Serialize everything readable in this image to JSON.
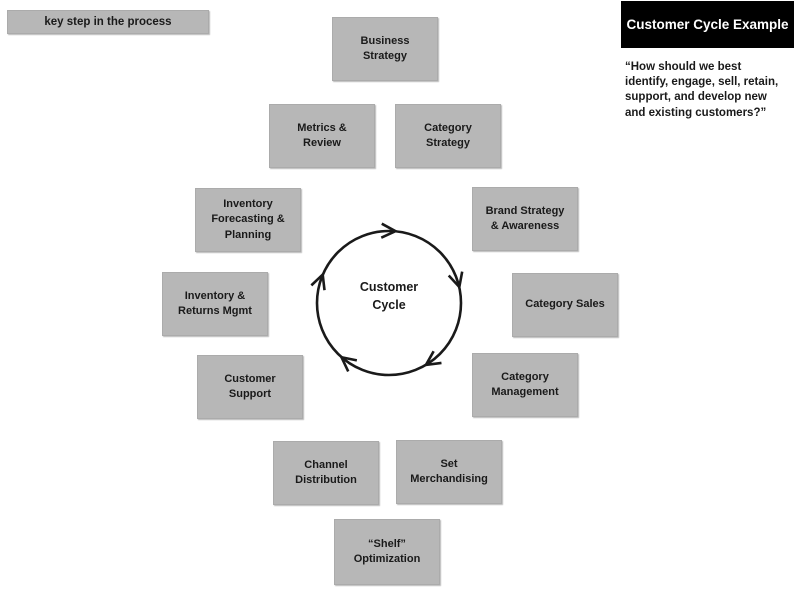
{
  "colors": {
    "bg": "#ffffff",
    "box_fill": "#b7b7b7",
    "banner_bg": "#000000",
    "banner_text": "#ffffff",
    "text": "#1a1a1a",
    "line": "#1a1a1a"
  },
  "legend": {
    "label": "key step in the process"
  },
  "header": {
    "title": "Customer Cycle Example",
    "quote": "“How should we best\nidentify, engage, sell, retain,\nsupport, and develop new\nand existing customers?”"
  },
  "center": {
    "label": "Customer\nCycle",
    "direction": "clockwise"
  },
  "steps": [
    {
      "id": "business-strategy",
      "label": "Business\nStrategy"
    },
    {
      "id": "metrics-review",
      "label": "Metrics &\nReview"
    },
    {
      "id": "category-strategy",
      "label": "Category\nStrategy"
    },
    {
      "id": "inventory-forecasting-planning",
      "label": "Inventory\nForecasting &\nPlanning"
    },
    {
      "id": "brand-strategy-awareness",
      "label": "Brand Strategy\n& Awareness"
    },
    {
      "id": "inventory-returns-mgmt",
      "label": "Inventory &\nReturns Mgmt"
    },
    {
      "id": "category-sales",
      "label": "Category Sales"
    },
    {
      "id": "customer-support",
      "label": "Customer\nSupport"
    },
    {
      "id": "category-management",
      "label": "Category\nManagement"
    },
    {
      "id": "channel-distribution",
      "label": "Channel\nDistribution"
    },
    {
      "id": "set-merchandising",
      "label": "Set\nMerchandising"
    },
    {
      "id": "shelf-optimization",
      "label": "“Shelf”\nOptimization"
    }
  ]
}
